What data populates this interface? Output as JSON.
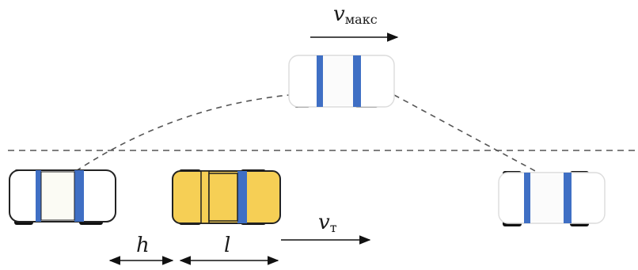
{
  "labels": {
    "v_max_symbol": "v",
    "v_max_subscript": "макс",
    "v_t_symbol": "v",
    "v_t_subscript": "т",
    "h": "h",
    "l": "l"
  },
  "colors": {
    "stripe": "#3f6fc4",
    "yellow_car": "#f6cf55",
    "car_outline": "#222222",
    "dashed": "#555555"
  }
}
